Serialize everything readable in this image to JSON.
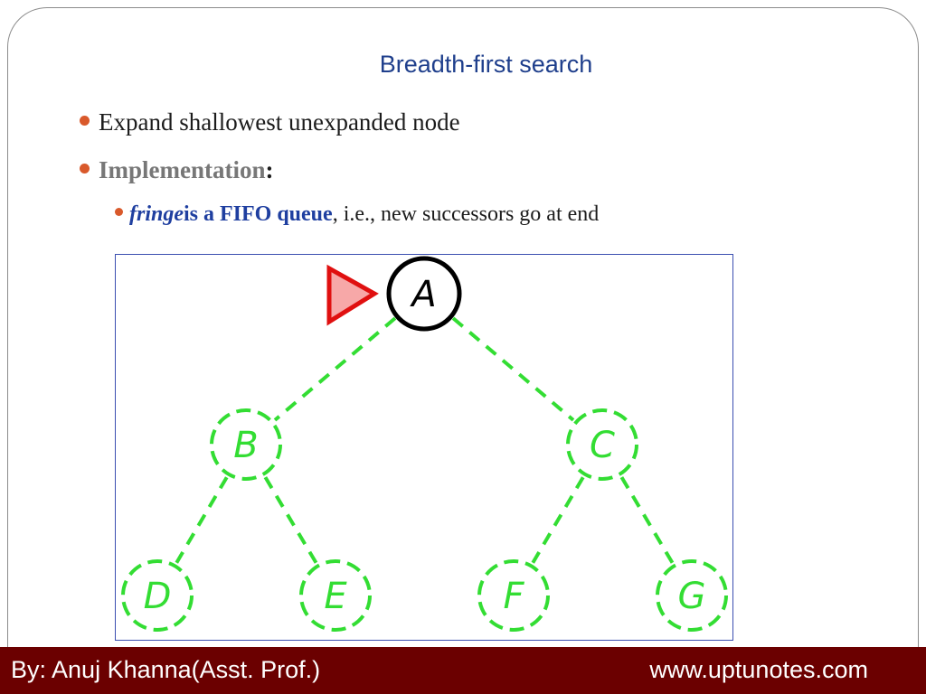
{
  "slide": {
    "title": "Breadth-first search",
    "bullets": {
      "b1": "Expand shallowest unexpanded node",
      "b2_label": "Implementation",
      "b2_colon": ":",
      "sub": {
        "fringe": "fringe",
        "fifo": " is a FIFO queue",
        "rest": ", i.e., new successors go at end"
      }
    }
  },
  "diagram": {
    "nodes": [
      {
        "id": "A",
        "label": "A",
        "state": "current"
      },
      {
        "id": "B",
        "label": "B",
        "state": "fringe"
      },
      {
        "id": "C",
        "label": "C",
        "state": "fringe"
      },
      {
        "id": "D",
        "label": "D",
        "state": "fringe"
      },
      {
        "id": "E",
        "label": "E",
        "state": "fringe"
      },
      {
        "id": "F",
        "label": "F",
        "state": "fringe"
      },
      {
        "id": "G",
        "label": "G",
        "state": "fringe"
      }
    ],
    "edges": [
      [
        "A",
        "B"
      ],
      [
        "A",
        "C"
      ],
      [
        "B",
        "D"
      ],
      [
        "B",
        "E"
      ],
      [
        "C",
        "F"
      ],
      [
        "C",
        "G"
      ]
    ],
    "pointer": "A",
    "colors": {
      "current": "#000000",
      "fringe": "#33dd33",
      "pointer_fill": "#f7a8a8",
      "pointer_stroke": "#e01010"
    }
  },
  "footer": {
    "left": "By: Anuj Khanna(Asst. Prof.)",
    "right": "www.uptunotes.com"
  },
  "theme": {
    "title_color": "#1f3f8c",
    "bullet_color": "#d9592b",
    "footer_bg": "#6b0000"
  }
}
